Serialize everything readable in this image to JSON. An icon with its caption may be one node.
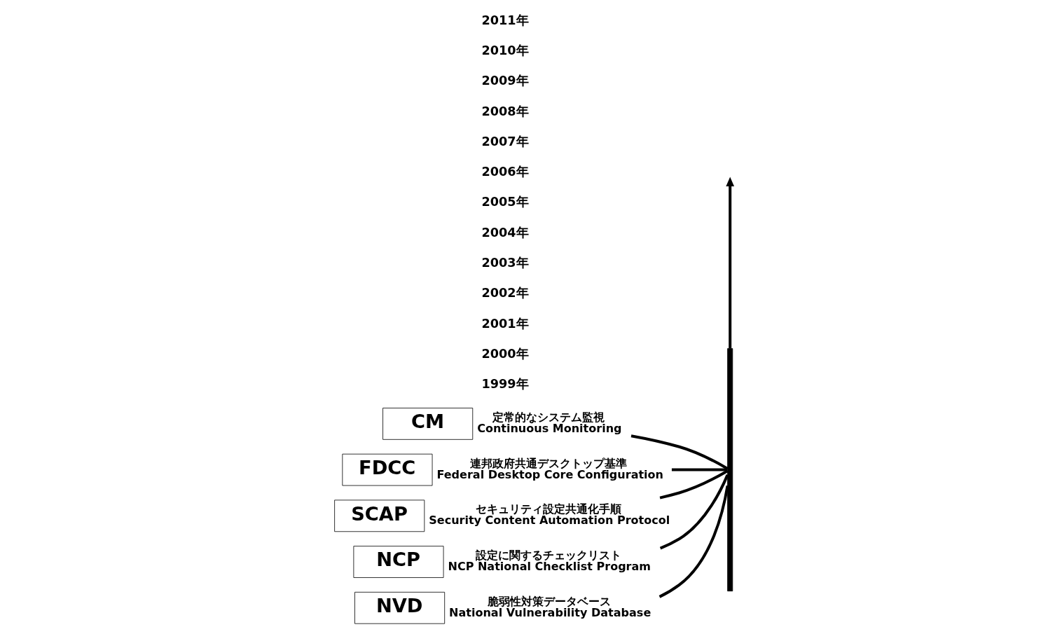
{
  "diagram": {
    "nodes": [
      {
        "text": [
          "CM"
        ],
        "beside": [
          "定常的なシステム監視",
          "Continuous Monitoring"
        ]
      },
      {
        "text": [
          "FDCC"
        ],
        "beside": [
          "連邦政府共通デスクトップ基準",
          "Federal Desktop Core Configuration"
        ]
      },
      {
        "text": [
          "SCAP"
        ],
        "beside": [
          "セキュリティ設定共通化手順",
          "Security Content Automation Protocol"
        ]
      },
      {
        "text": [
          "NCP"
        ],
        "beside": [
          "設定に関するチェックリスト",
          "NCP National Checklist Program"
        ]
      },
      {
        "text": [
          "NVD"
        ],
        "beside": [
          "脆弱性対策データベース",
          "National Vulnerability Database"
        ]
      },
      {
        "text": [],
        "shape": "bar"
      }
    ],
    "edges": [
      {
        "from": 0,
        "to": 5,
        "arrow": "none"
      },
      {
        "from": 1,
        "to": 5,
        "arrow": "none"
      },
      {
        "from": 2,
        "to": 5,
        "arrow": "none"
      },
      {
        "from": 3,
        "to": 5,
        "arrow": "none"
      },
      {
        "from": 4,
        "to": 5,
        "arrow": "none"
      },
      {
        "from": 5,
        "to": null,
        "arrow": "to"
      }
    ],
    "labels": [
      "2011年",
      "2010年",
      "2009年",
      "2008年",
      "2007年",
      "2006年",
      "2005年",
      "2004年",
      "2003年",
      "2002年",
      "2001年",
      "2000年",
      "1999年"
    ]
  }
}
